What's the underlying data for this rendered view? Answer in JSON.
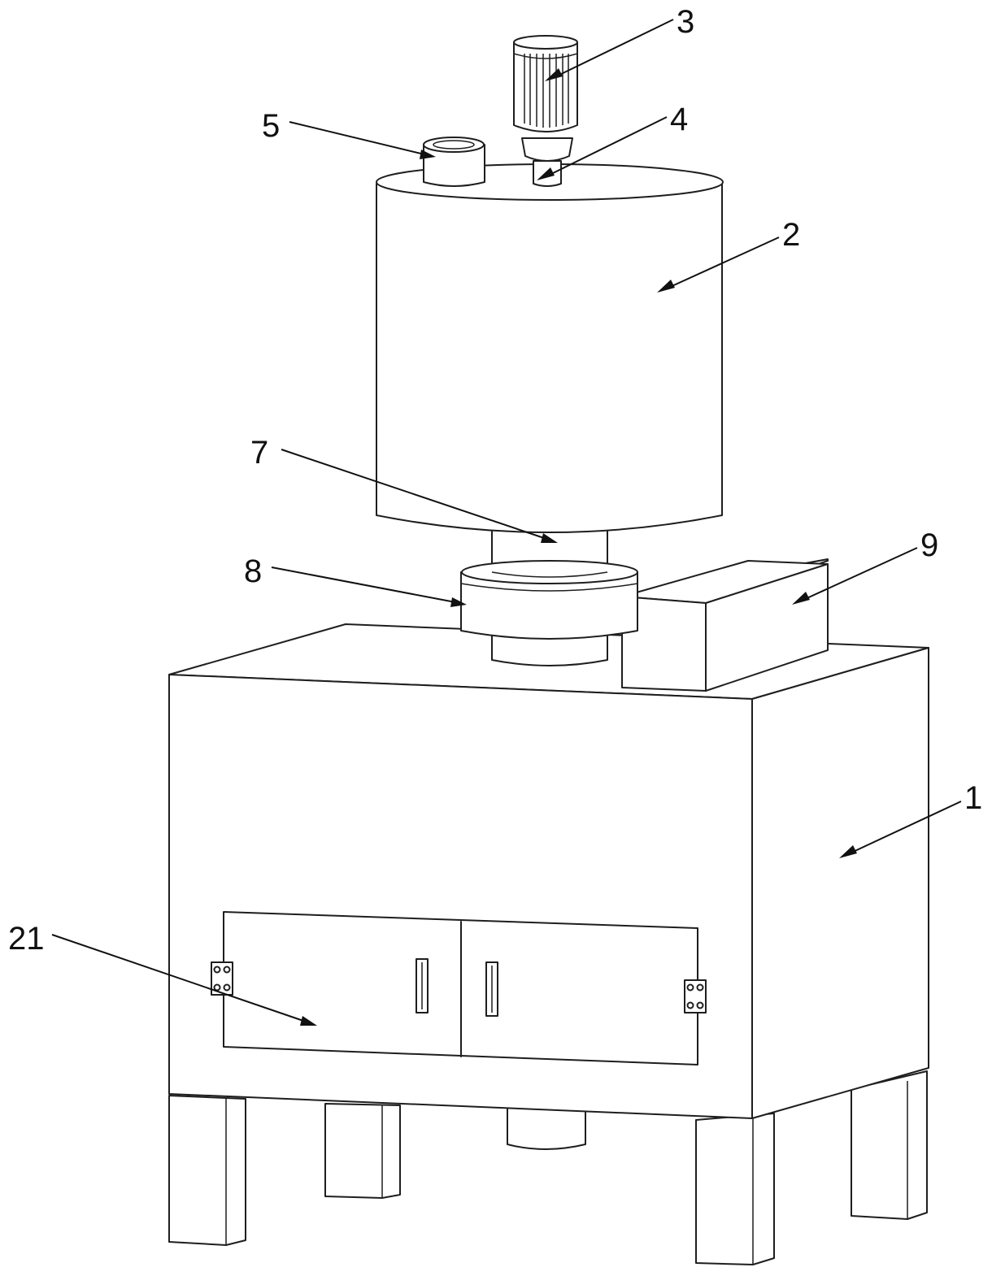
{
  "figure": {
    "callouts": [
      {
        "id": "callout-1",
        "label": "1"
      },
      {
        "id": "callout-2",
        "label": "2"
      },
      {
        "id": "callout-3",
        "label": "3"
      },
      {
        "id": "callout-4",
        "label": "4"
      },
      {
        "id": "callout-5",
        "label": "5"
      },
      {
        "id": "callout-7",
        "label": "7"
      },
      {
        "id": "callout-8",
        "label": "8"
      },
      {
        "id": "callout-9",
        "label": "9"
      },
      {
        "id": "callout-21",
        "label": "21"
      }
    ],
    "line_color": "#1e1e1e",
    "background_color": "#ffffff"
  }
}
